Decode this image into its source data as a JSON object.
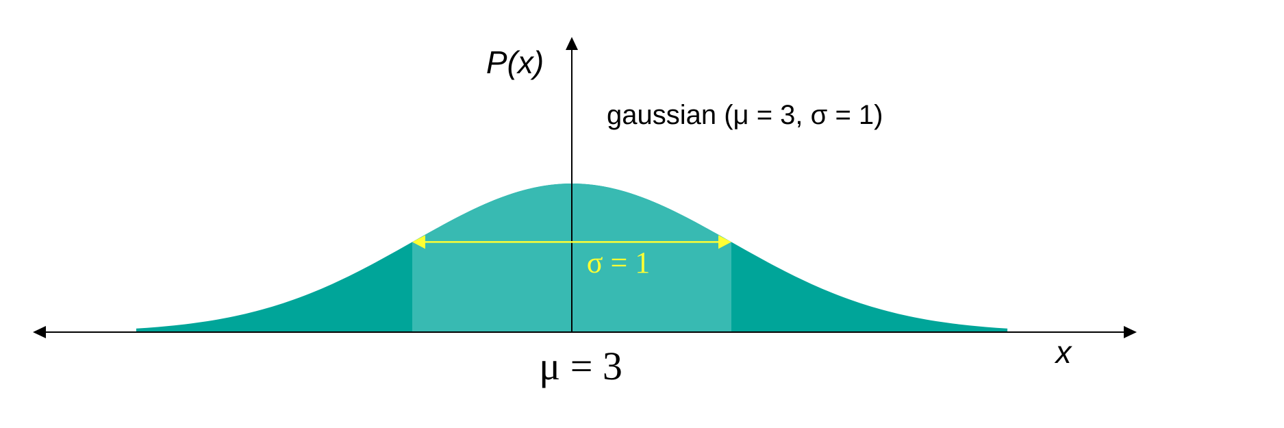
{
  "chart_data": {
    "type": "area",
    "subtitle": "gaussian (μ = 3, σ = 1)",
    "ylabel": "P(x)",
    "xlabel": "x",
    "mu_label": "μ = 3",
    "sigma_label": "σ = 1",
    "mu": 3,
    "sigma": 1,
    "xlim": [
      -0.5,
      6.4
    ],
    "x_axis_direction": "both",
    "fill_color": "#00A599",
    "band_color": "#38BAB2",
    "marker_color": "#FFFF33",
    "axis_color": "#000000"
  }
}
